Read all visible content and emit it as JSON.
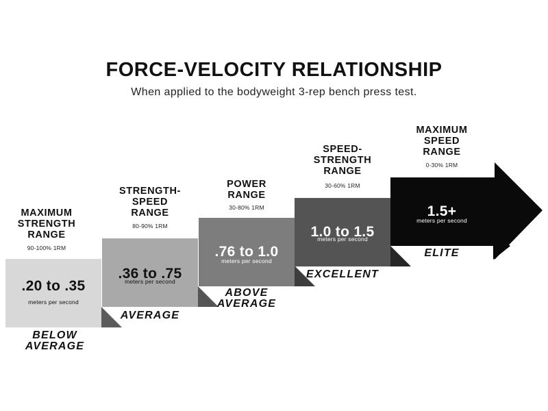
{
  "title": "FORCE-VELOCITY RELATIONSHIP",
  "subtitle": "When applied to the bodyweight 3-rep bench press test.",
  "steps": [
    {
      "range_lines": [
        "MAXIMUM",
        "STRENGTH",
        "RANGE"
      ],
      "percent": "90-100% 1RM",
      "velocity": ".20 to .35",
      "unit": "meters per second",
      "rating_lines": [
        "BELOW",
        "AVERAGE"
      ],
      "fill": "#d8d8d8",
      "fold": "#5c5c5c",
      "text_color": "#111111"
    },
    {
      "range_lines": [
        "STRENGTH-",
        "SPEED",
        "RANGE"
      ],
      "percent": "80-90% 1RM",
      "velocity": ".36 to .75",
      "unit": "meters per second",
      "rating_lines": [
        "AVERAGE"
      ],
      "fill": "#a9a9a9",
      "fold": "#555555",
      "text_color": "#111111"
    },
    {
      "range_lines": [
        "POWER",
        "RANGE"
      ],
      "percent": "30-80% 1RM",
      "velocity": ".76 to 1.0",
      "unit": "meters per second",
      "rating_lines": [
        "ABOVE",
        "AVERAGE"
      ],
      "fill": "#7d7d7d",
      "fold": "#3d3d3d",
      "text_color": "#ffffff"
    },
    {
      "range_lines": [
        "SPEED-",
        "STRENGTH",
        "RANGE"
      ],
      "percent": "30-60% 1RM",
      "velocity": "1.0 to 1.5",
      "unit": "meters per second",
      "rating_lines": [
        "EXCELLENT"
      ],
      "fill": "#545454",
      "fold": "#272727",
      "text_color": "#ffffff"
    },
    {
      "range_lines": [
        "MAXIMUM",
        "SPEED",
        "RANGE"
      ],
      "percent": "0-30% 1RM",
      "velocity": "1.5+",
      "unit": "meters per second",
      "rating_lines": [
        "ELITE"
      ],
      "fill": "#0a0a0a",
      "fold": "#000000",
      "text_color": "#ffffff"
    }
  ]
}
